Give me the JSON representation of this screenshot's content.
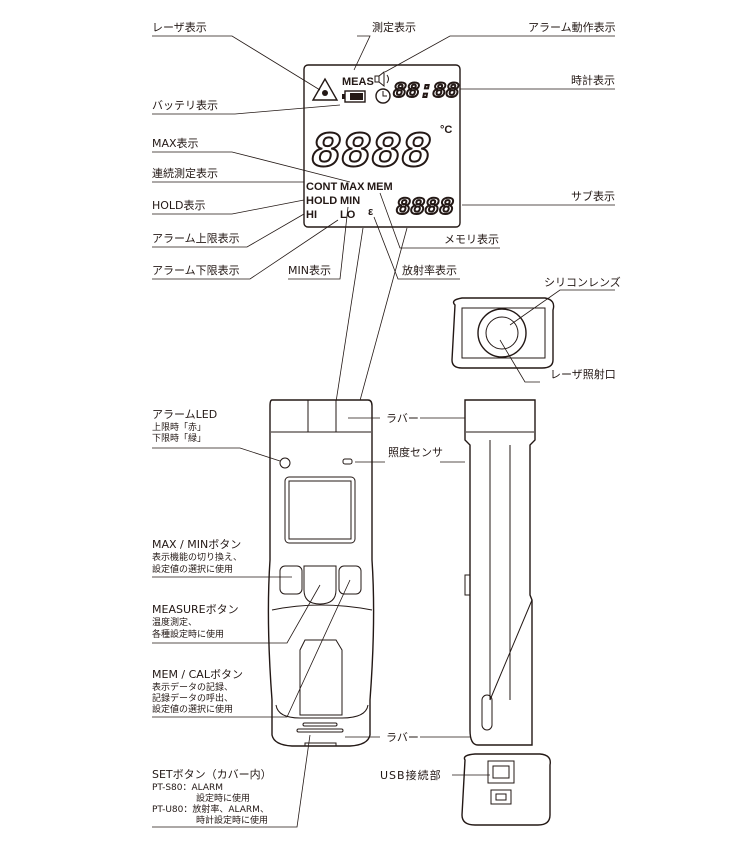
{
  "lcd_callouts": {
    "laser": "レーザ表示",
    "measuring": "測定表示",
    "alarm_action": "アラーム動作表示",
    "battery": "バッテリ表示",
    "clock": "時計表示",
    "max": "MAX表示",
    "continuous": "連続測定表示",
    "hold": "HOLD表示",
    "sub": "サブ表示",
    "alarm_high": "アラーム上限表示",
    "memory": "メモリ表示",
    "alarm_low": "アラーム下限表示",
    "min": "MIN表示",
    "emissivity": "放射率表示"
  },
  "lcd": {
    "meas": "MEAS",
    "clock_digits": "88:88",
    "main_digits": "8888",
    "unit": "°C",
    "cont": "CONT",
    "max": "MAX",
    "mem": "MEM",
    "hold": "HOLD",
    "min": "MIN",
    "hi": "HI",
    "lo": "LO",
    "epsilon": "ε",
    "sub_digits": "8888"
  },
  "lens_callouts": {
    "silicon_lens": "シリコンレンズ",
    "laser_port": "レーザ照射口"
  },
  "body_callouts": {
    "alarm_led": {
      "title": "アラームLED",
      "lines": [
        "上限時「赤」",
        "下限時「緑」"
      ]
    },
    "max_min": {
      "title": "MAX / MINボタン",
      "lines": [
        "表示機能の切り換え、",
        "設定値の選択に使用"
      ]
    },
    "measure": {
      "title": "MEASUREボタン",
      "lines": [
        "温度測定、",
        "各種設定時に使用"
      ]
    },
    "mem_cal": {
      "title": "MEM / CALボタン",
      "lines": [
        "表示データの記録、",
        "記録データの呼出、",
        "設定値の選択に使用"
      ]
    },
    "set": {
      "title": "SETボタン（カバー内）",
      "lines": [
        "PT-S80：ALARM",
        "設定時に使用",
        "PT-U80：放射率、ALARM、",
        "時計設定時に使用"
      ]
    },
    "rubber_top": "ラバー",
    "light_sensor": "照度センサ",
    "rubber_bottom": "ラバー",
    "usb": "USB接続部"
  }
}
